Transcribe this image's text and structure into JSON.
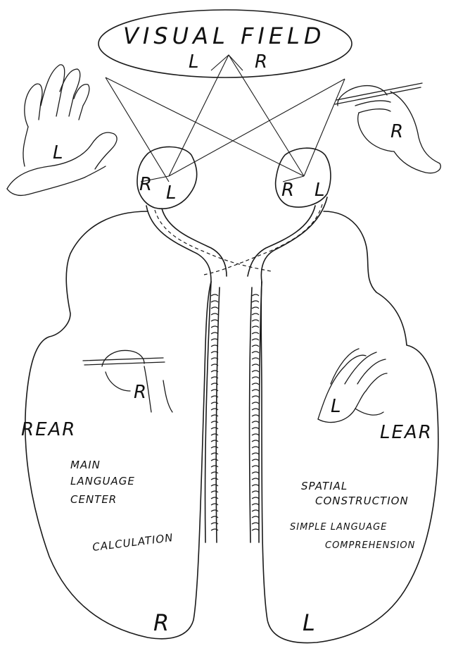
{
  "visual_field": {
    "title": "VISUAL FIELD",
    "left": "L",
    "right": "R"
  },
  "hands": {
    "left_hand": "L",
    "right_hand": "R"
  },
  "eyes": {
    "left_eye_r": "R",
    "left_eye_l": "L",
    "right_eye_r": "R",
    "right_eye_l": "L"
  },
  "left_side": {
    "hand": "R",
    "ear": "REAR",
    "main_language_line1": "MAIN",
    "main_language_line2": "LANGUAGE",
    "main_language_line3": "CENTER",
    "calculation": "CALCULATION",
    "hemisphere": "R"
  },
  "right_side": {
    "hand": "L",
    "ear": "LEAR",
    "spatial_line1": "SPATIAL",
    "spatial_line2": "CONSTRUCTION",
    "simple_line1": "SIMPLE LANGUAGE",
    "simple_line2": "COMPREHENSION",
    "hemisphere": "L"
  }
}
